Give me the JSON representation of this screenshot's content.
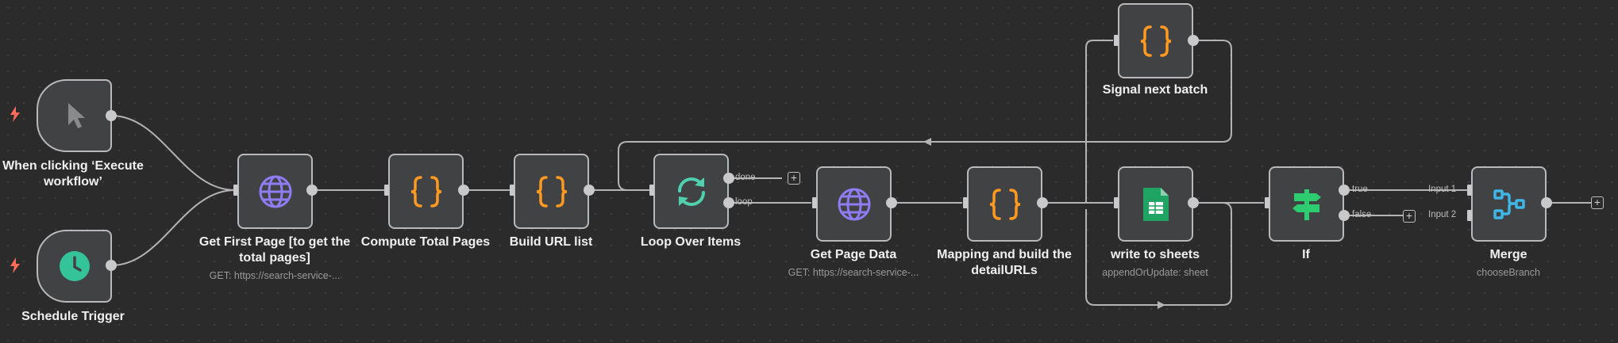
{
  "nodes": {
    "manual_trigger": {
      "title": "When clicking ‘Execute workflow’",
      "icon": "cursor-icon"
    },
    "schedule_trigger": {
      "title": "Schedule Trigger",
      "icon": "clock-icon"
    },
    "get_first_page": {
      "title": "Get First Page [to get the total pages]",
      "subtitle": "GET: https://search-service-...",
      "icon": "globe-icon"
    },
    "compute_total_pages": {
      "title": "Compute Total Pages",
      "icon": "code-braces-icon"
    },
    "build_url_list": {
      "title": "Build URL list",
      "icon": "code-braces-icon"
    },
    "loop_over_items": {
      "title": "Loop Over Items",
      "icon": "loop-icon"
    },
    "get_page_data": {
      "title": "Get Page Data",
      "subtitle": "GET: https://search-service-...",
      "icon": "globe-icon"
    },
    "mapping": {
      "title": "Mapping and build the detailURLs",
      "icon": "code-braces-icon"
    },
    "signal_next_batch": {
      "title": "Signal next batch",
      "icon": "code-braces-icon"
    },
    "write_to_sheets": {
      "title": "write to sheets",
      "subtitle": "appendOrUpdate: sheet",
      "icon": "google-sheets-icon"
    },
    "if": {
      "title": "If",
      "icon": "signpost-icon"
    },
    "merge": {
      "title": "Merge",
      "subtitle": "chooseBranch",
      "icon": "merge-icon"
    }
  },
  "connections": {
    "loop_done": "done",
    "loop_loop": "loop",
    "if_true": "true",
    "if_false": "false",
    "merge_input1": "Input 1",
    "merge_input2": "Input 2"
  },
  "colors": {
    "canvas": "#2b2b2b",
    "node_bg": "#414244",
    "node_border": "#b9b9bb",
    "code_icon": "#ff9922",
    "globe_icon": "#8f7cf2",
    "loop_icon": "#4fd1b0",
    "trigger_icon": "#35c39a",
    "sheets_icon": "#1fa463",
    "if_icon": "#2ecc71",
    "merge_icon": "#3fb6e6",
    "bolt": "#ff6d5a"
  }
}
